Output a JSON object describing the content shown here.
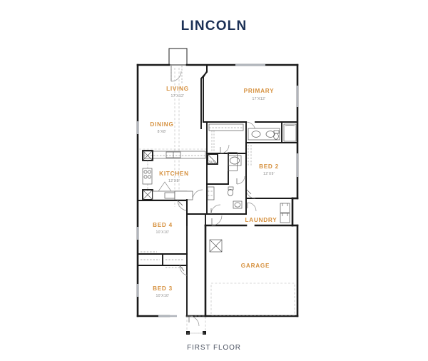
{
  "plan": {
    "title": "LINCOLN",
    "floor_caption": "FIRST FLOOR",
    "title_color": "#1b3055",
    "caption_color": "#4a5160",
    "label_color": "#d6913f",
    "dimension_color": "#8b8b8b",
    "wall_color": "#1a1a1a",
    "window_color": "#b0b4bb"
  },
  "rooms": [
    {
      "id": "living",
      "label": "LIVING",
      "dimensions": "17'X12'"
    },
    {
      "id": "dining",
      "label": "DINING",
      "dimensions": "8'X8'"
    },
    {
      "id": "kitchen",
      "label": "KITCHEN",
      "dimensions": "12'X8'"
    },
    {
      "id": "primary",
      "label": "PRIMARY",
      "dimensions": "17'X12'"
    },
    {
      "id": "bed2",
      "label": "BED 2",
      "dimensions": "12'X9'"
    },
    {
      "id": "bed3",
      "label": "BED 3",
      "dimensions": "10'X10'"
    },
    {
      "id": "bed4",
      "label": "BED 4",
      "dimensions": "10'X10'"
    },
    {
      "id": "laundry",
      "label": "LAUNDRY",
      "dimensions": ""
    },
    {
      "id": "garage",
      "label": "GARAGE",
      "dimensions": ""
    }
  ],
  "fixtures": [
    {
      "name": "front-entry-stoop"
    },
    {
      "name": "rear-entry-stoop"
    },
    {
      "name": "kitchen-range"
    },
    {
      "name": "kitchen-sink"
    },
    {
      "name": "kitchen-island"
    },
    {
      "name": "kitchen-corner-cabinet"
    },
    {
      "name": "pantry"
    },
    {
      "name": "primary-dual-vanity"
    },
    {
      "name": "primary-toilet"
    },
    {
      "name": "primary-shower"
    },
    {
      "name": "primary-closet"
    },
    {
      "name": "hall-bath-tub"
    },
    {
      "name": "hall-bath-toilet"
    },
    {
      "name": "hall-bath-sink"
    },
    {
      "name": "washer"
    },
    {
      "name": "dryer"
    },
    {
      "name": "water-heater"
    },
    {
      "name": "garage-door-opening"
    },
    {
      "name": "bedroom-closets"
    }
  ]
}
